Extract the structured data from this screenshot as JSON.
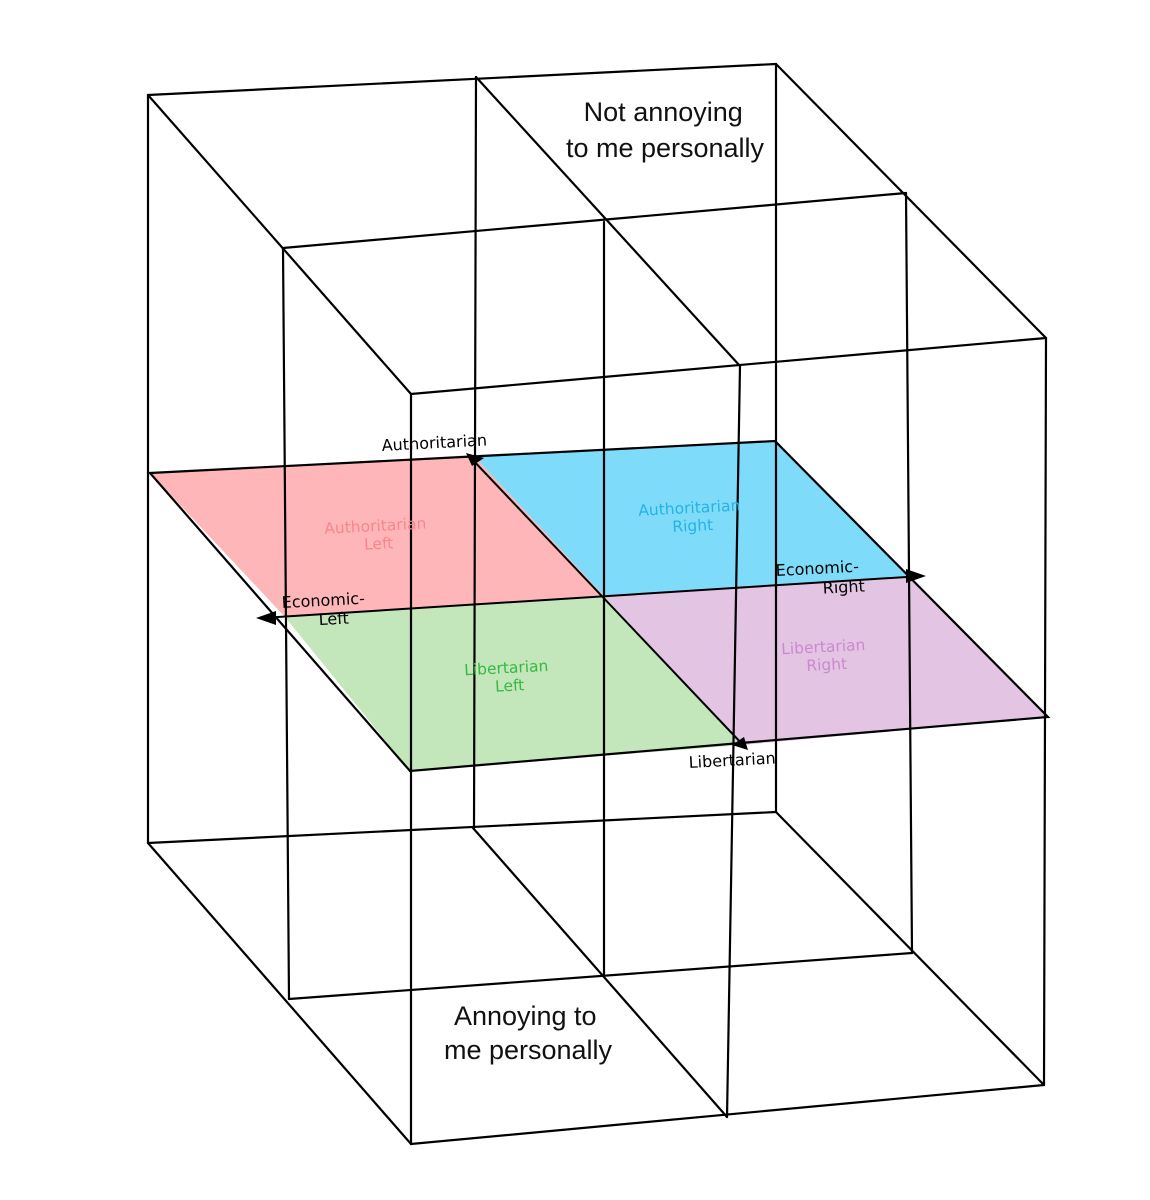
{
  "captions": {
    "top_line1": "Not annoying",
    "top_line2": "to me personally",
    "bottom_line1": "Annoying to",
    "bottom_line2": "me personally"
  },
  "axes": {
    "up": "Authoritarian",
    "down": "Libertarian",
    "left_line1": "Economic-",
    "left_line2": "Left",
    "right_line1": "Economic-",
    "right_line2": "Right"
  },
  "quadrants": {
    "auth_left": {
      "line1": "Authoritarian",
      "line2": "Left",
      "fill": "#ffb6b9",
      "text_color": "#f4888c"
    },
    "auth_right": {
      "line1": "Authoritarian",
      "line2": "Right",
      "fill": "#7fdbfa",
      "text_color": "#26b2e2"
    },
    "lib_left": {
      "line1": "Libertarian",
      "line2": "Left",
      "fill": "#c3e6bb",
      "text_color": "#37b845"
    },
    "lib_right": {
      "line1": "Libertarian",
      "line2": "Right",
      "fill": "#e3c4e2",
      "text_color": "#cc88d2"
    }
  }
}
